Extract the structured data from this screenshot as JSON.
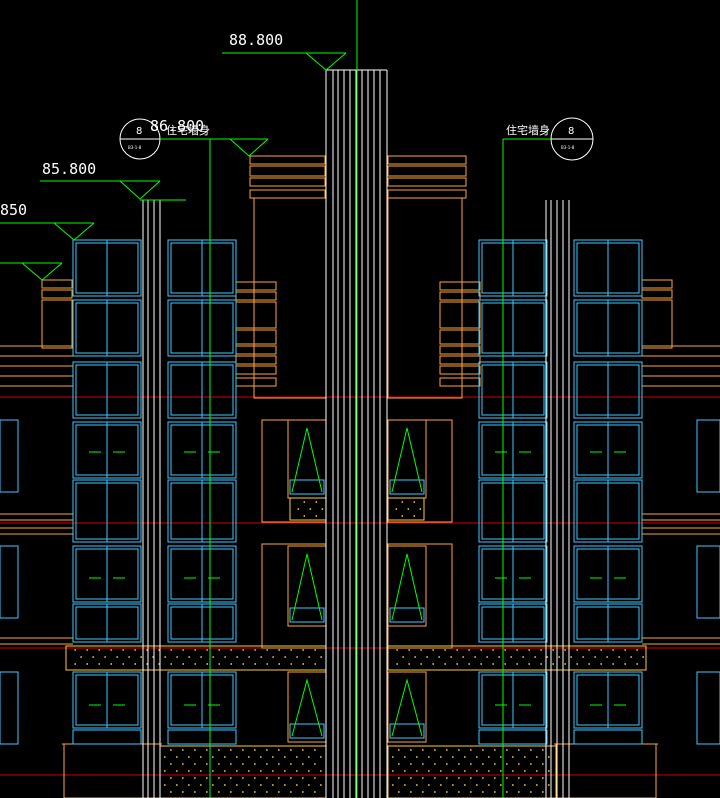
{
  "drawing": {
    "background": "#000000",
    "colors": {
      "glass_frame": "#3ec8ff",
      "wall": "#ffa633",
      "tower": "#ffffff",
      "grid_green": "#00e000",
      "section_red": "#d40000",
      "fill_dots": "#ffcc33",
      "dim_line": "#00ff00"
    },
    "level_marks": [
      {
        "id": "top",
        "label": "88.800"
      },
      {
        "id": "mid-left-high",
        "label": "86.800"
      },
      {
        "id": "mid-left",
        "label": "85.800"
      },
      {
        "id": "edge-left",
        "label": "850"
      }
    ],
    "tags": [
      {
        "id": "left",
        "label": "住宅墙身",
        "circle": "8",
        "sub": "B3-1-8"
      },
      {
        "id": "right",
        "label": "住宅墙身",
        "circle": "8",
        "sub": "B3-1-8"
      }
    ]
  }
}
